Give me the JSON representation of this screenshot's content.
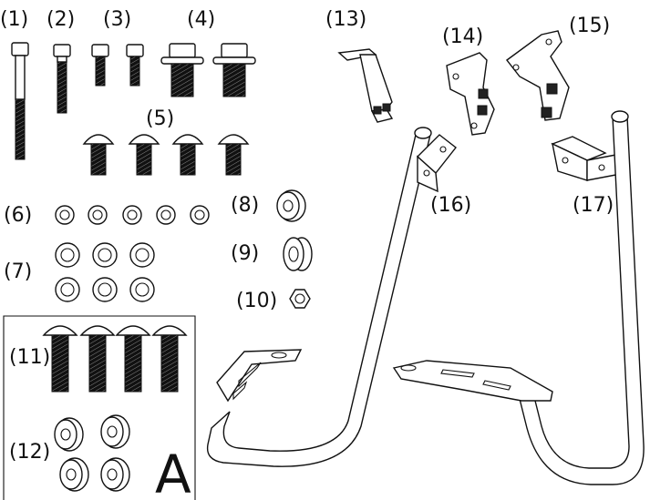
{
  "parts": [
    {
      "id": "1",
      "label": "(1)"
    },
    {
      "id": "2",
      "label": "(2)"
    },
    {
      "id": "3",
      "label": "(3)"
    },
    {
      "id": "4",
      "label": "(4)"
    },
    {
      "id": "5",
      "label": "(5)"
    },
    {
      "id": "6",
      "label": "(6)"
    },
    {
      "id": "7",
      "label": "(7)"
    },
    {
      "id": "8",
      "label": "(8)"
    },
    {
      "id": "9",
      "label": "(9)"
    },
    {
      "id": "10",
      "label": "(10)"
    },
    {
      "id": "11",
      "label": "(11)"
    },
    {
      "id": "12",
      "label": "(12)"
    },
    {
      "id": "13",
      "label": "(13)"
    },
    {
      "id": "14",
      "label": "(14)"
    },
    {
      "id": "15",
      "label": "(15)"
    },
    {
      "id": "16",
      "label": "(16)"
    },
    {
      "id": "17",
      "label": "(17)"
    }
  ],
  "kit": {
    "letter": "A"
  }
}
